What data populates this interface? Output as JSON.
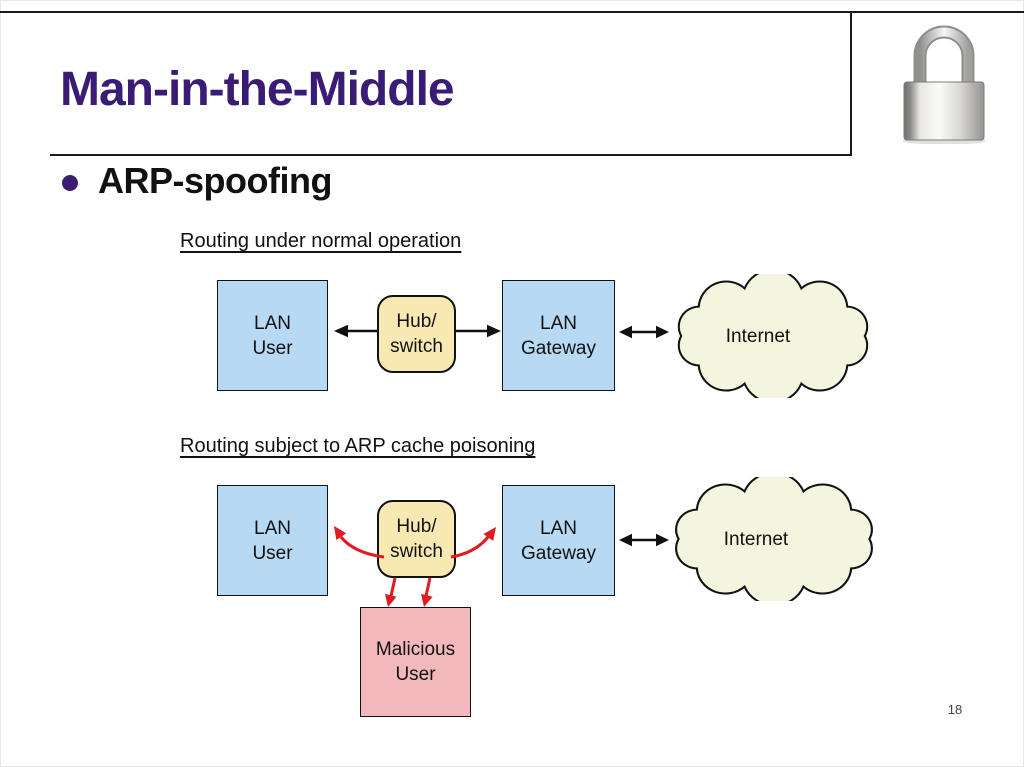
{
  "slide": {
    "title": "Man-in-the-Middle",
    "bullet_label": "ARP-spoofing",
    "page_number": "18"
  },
  "icons": {
    "padlock": "padlock-icon",
    "cloud": "internet-cloud-shape"
  },
  "colors": {
    "title_purple": "#3B1C75",
    "frame_line": "#1a1a1a",
    "node_blue": "#B7D9F3",
    "node_yellow": "#F8E9B2",
    "node_pink": "#F3B8BB",
    "cloud_cream": "#F4F5DE",
    "arrow_red": "#E01B22",
    "arrow_black": "#111111"
  },
  "diagrams": [
    {
      "caption": "Routing under normal operation",
      "nodes": [
        {
          "id": "lan-user",
          "line1": "LAN",
          "line2": "User"
        },
        {
          "id": "hub-switch",
          "line1": "Hub/",
          "line2": "switch"
        },
        {
          "id": "lan-gateway",
          "line1": "LAN",
          "line2": "Gateway"
        },
        {
          "id": "internet",
          "line1": "Internet"
        }
      ]
    },
    {
      "caption": "Routing subject to ARP cache poisoning",
      "nodes": [
        {
          "id": "lan-user",
          "line1": "LAN",
          "line2": "User"
        },
        {
          "id": "hub-switch",
          "line1": "Hub/",
          "line2": "switch"
        },
        {
          "id": "lan-gateway",
          "line1": "LAN",
          "line2": "Gateway"
        },
        {
          "id": "internet",
          "line1": "Internet"
        },
        {
          "id": "malicious-user",
          "line1": "Malicious",
          "line2": "User"
        }
      ]
    }
  ]
}
